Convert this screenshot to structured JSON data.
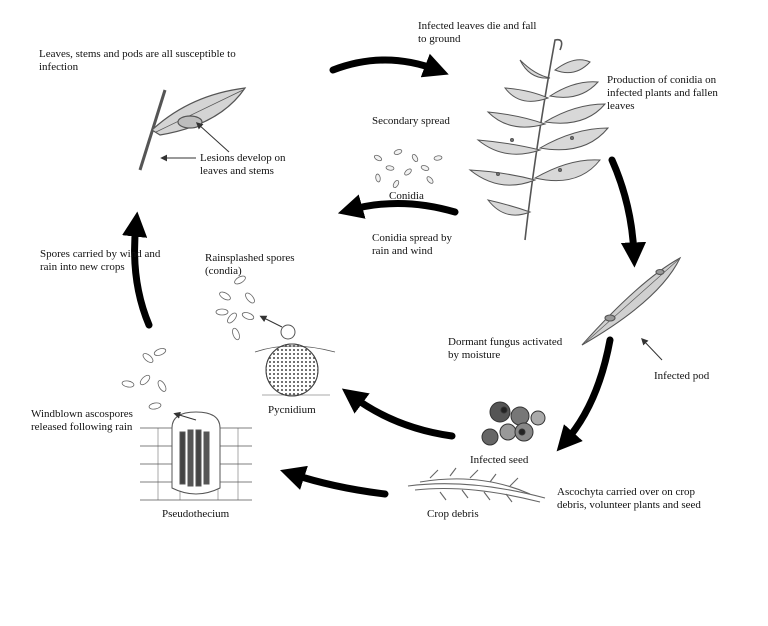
{
  "labels": {
    "leaves_stems_pods": "Leaves, stems and pods are all susceptible to infection",
    "lesions": "Lesions develop on leaves and stems",
    "infected_leaves": "Infected leaves die and fall to ground",
    "production_conidia": "Production of conidia on infected plants and fallen leaves",
    "secondary_spread": "Secondary spread",
    "conidia": "Conidia",
    "conidia_spread": "Conidia spread by rain and wind",
    "spores_carried": "Spores carried by wind and rain into new crops",
    "rainsplashed": "Rainsplashed spores (condia)",
    "dormant_fungus": "Dormant fungus activated by moisture",
    "infected_pod": "Infected pod",
    "pycnidium": "Pycnidium",
    "windblown": "Windblown ascospores released following rain",
    "infected_seed": "Infected seed",
    "ascochyta": "Ascochyta carried over on crop debris, volunteer plants and seed",
    "pseudothecium": "Pseudothecium",
    "crop_debris": "Crop debris"
  },
  "colors": {
    "arrow": "#000000",
    "ink": "#555555",
    "fill": "#d4d4d4"
  }
}
